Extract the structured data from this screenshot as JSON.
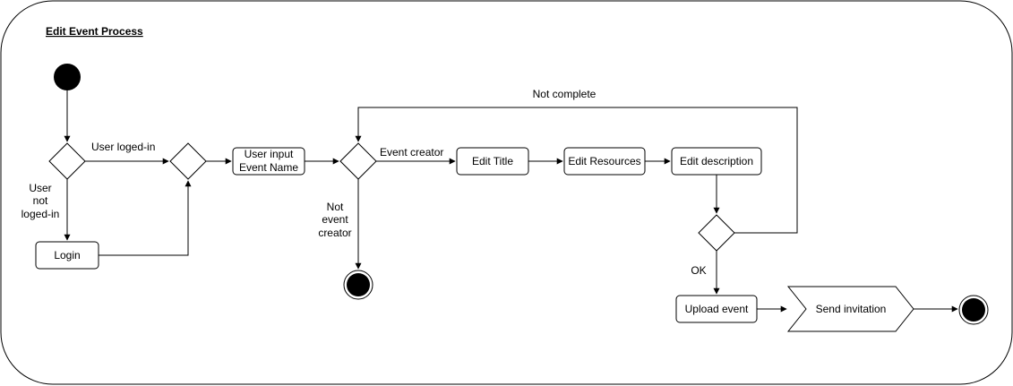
{
  "diagram": {
    "title": "Edit Event Process",
    "colors": {
      "stroke": "#000000",
      "fill": "#ffffff",
      "terminal": "#000000"
    },
    "nodes": {
      "user_input": [
        "User input",
        "Event Name"
      ],
      "edit_title": "Edit Title",
      "edit_resources": "Edit Resources",
      "edit_description": "Edit description",
      "login": "Login",
      "upload_event": "Upload event",
      "send_invitation": "Send invitation"
    },
    "edge_labels": {
      "user_logged_in": "User loged-in",
      "user_not_logged_in": [
        "User",
        "not",
        "loged-in"
      ],
      "event_creator": "Event creator",
      "not_event_creator": [
        "Not",
        "event",
        "creator"
      ],
      "not_complete": "Not complete",
      "ok": "OK"
    }
  }
}
